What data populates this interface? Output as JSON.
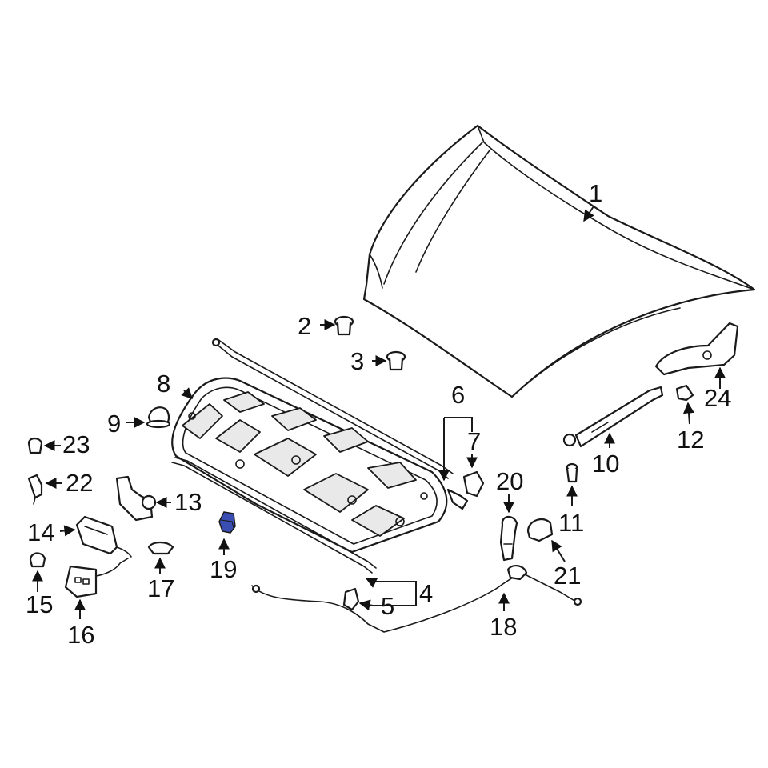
{
  "highlight_color": "#3a4db3",
  "highlighted_part": "19",
  "callouts": {
    "c1": "1",
    "c2": "2",
    "c3": "3",
    "c4": "4",
    "c5": "5",
    "c6": "6",
    "c7": "7",
    "c8": "8",
    "c9": "9",
    "c10": "10",
    "c11": "11",
    "c12": "12",
    "c13": "13",
    "c14": "14",
    "c15": "15",
    "c16": "16",
    "c17": "17",
    "c18": "18",
    "c19": "19",
    "c20": "20",
    "c21": "21",
    "c22": "22",
    "c23": "23",
    "c24": "24"
  }
}
